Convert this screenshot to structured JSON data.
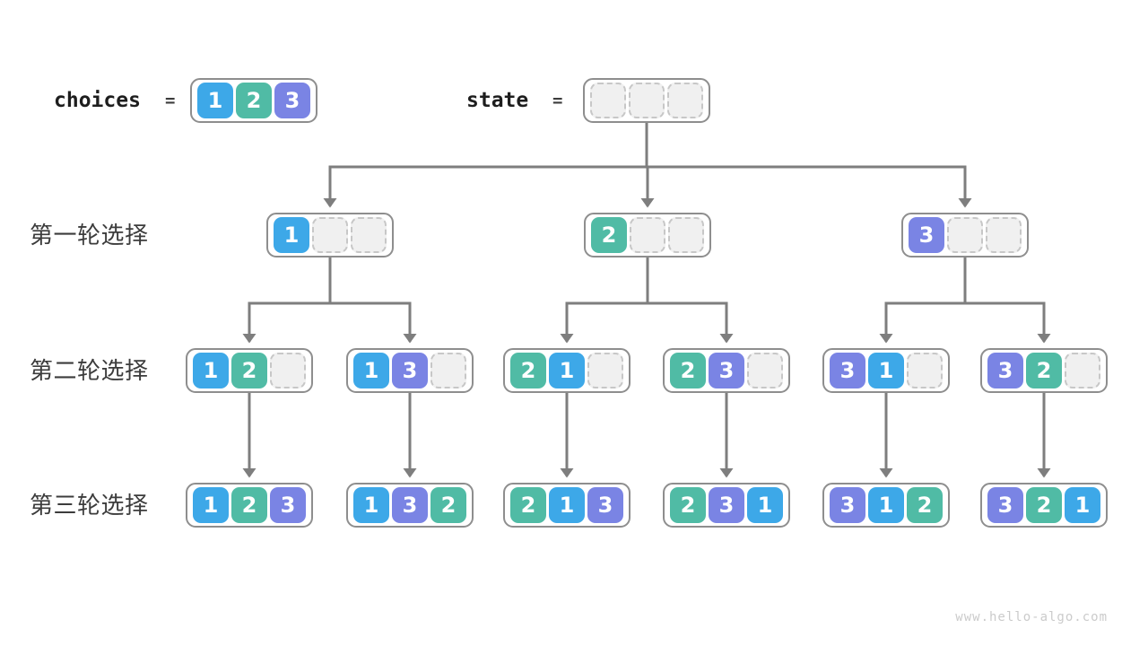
{
  "header": {
    "choices_label": "choices",
    "equals": "=",
    "state_label": "state",
    "choices_cells": [
      1,
      2,
      3
    ],
    "state_cells": [
      null,
      null,
      null
    ]
  },
  "rows": [
    {
      "label": "第一轮选择",
      "boxes": [
        [
          1,
          null,
          null
        ],
        [
          2,
          null,
          null
        ],
        [
          3,
          null,
          null
        ]
      ]
    },
    {
      "label": "第二轮选择",
      "boxes": [
        [
          1,
          2,
          null
        ],
        [
          1,
          3,
          null
        ],
        [
          2,
          1,
          null
        ],
        [
          2,
          3,
          null
        ],
        [
          3,
          1,
          null
        ],
        [
          3,
          2,
          null
        ]
      ]
    },
    {
      "label": "第三轮选择",
      "boxes": [
        [
          1,
          2,
          3
        ],
        [
          1,
          3,
          2
        ],
        [
          2,
          1,
          3
        ],
        [
          2,
          3,
          1
        ],
        [
          3,
          1,
          2
        ],
        [
          3,
          2,
          1
        ]
      ]
    }
  ],
  "tree": {
    "level1_children": [
      [
        0,
        1
      ],
      [
        2,
        3
      ],
      [
        4,
        5
      ]
    ]
  },
  "colors": {
    "1": "#3DA8E8",
    "2": "#50BBA5",
    "3": "#7A84E4",
    "arrow": "#7e7e7e",
    "box_border": "#8e8e8e",
    "empty_fill": "#f0f0f0",
    "empty_border": "#c7c7c7"
  },
  "watermark": "www.hello-algo.com"
}
